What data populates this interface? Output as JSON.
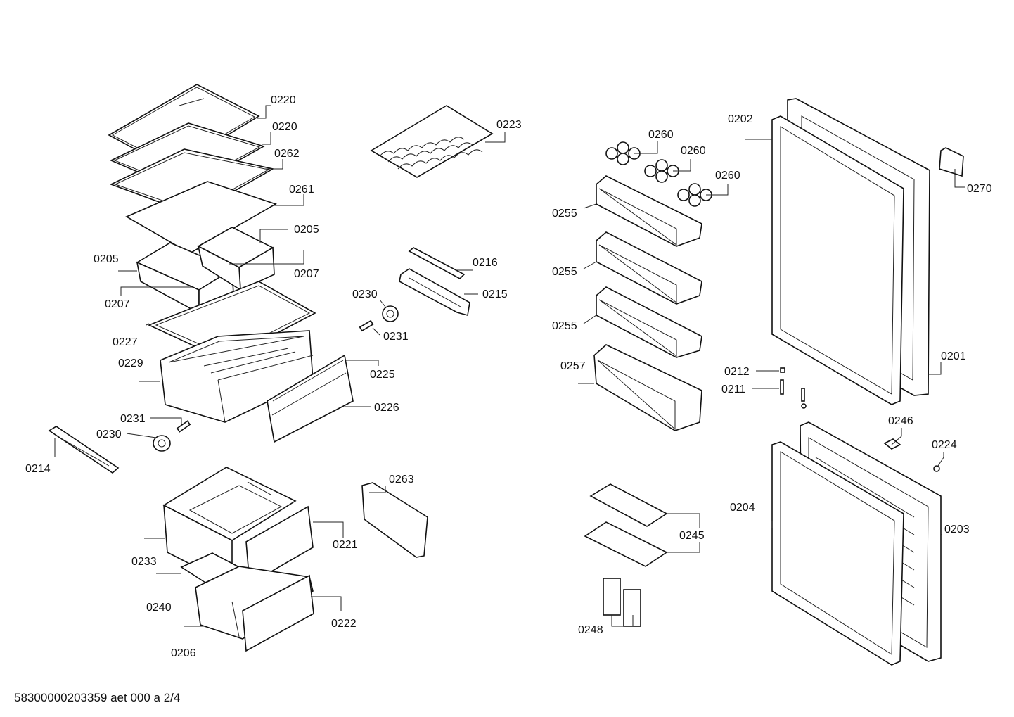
{
  "footer_code": "58300000203359 aet 000 a 2/4",
  "labels": {
    "l0220a": "0220",
    "l0220b": "0220",
    "l0262": "0262",
    "l0261": "0261",
    "l0205a": "0205",
    "l0205b": "0205",
    "l0207a": "0207",
    "l0207b": "0207",
    "l0227": "0227",
    "l0229": "0229",
    "l0225": "0225",
    "l0226": "0226",
    "l0231a": "0231",
    "l0230a": "0230",
    "l0214": "0214",
    "l0223": "0223",
    "l0216": "0216",
    "l0215": "0215",
    "l0230b": "0230",
    "l0231b": "0231",
    "l0263": "0263",
    "l0221": "0221",
    "l0233": "0233",
    "l0240": "0240",
    "l0222": "0222",
    "l0206": "0206",
    "l0260a": "0260",
    "l0260b": "0260",
    "l0260c": "0260",
    "l0255a": "0255",
    "l0255b": "0255",
    "l0255c": "0255",
    "l0257": "0257",
    "l0245": "0245",
    "l0248": "0248",
    "l0202": "0202",
    "l0270": "0270",
    "l0201": "0201",
    "l0212": "0212",
    "l0211": "0211",
    "l0246": "0246",
    "l0224": "0224",
    "l0204": "0204",
    "l0203": "0203"
  }
}
